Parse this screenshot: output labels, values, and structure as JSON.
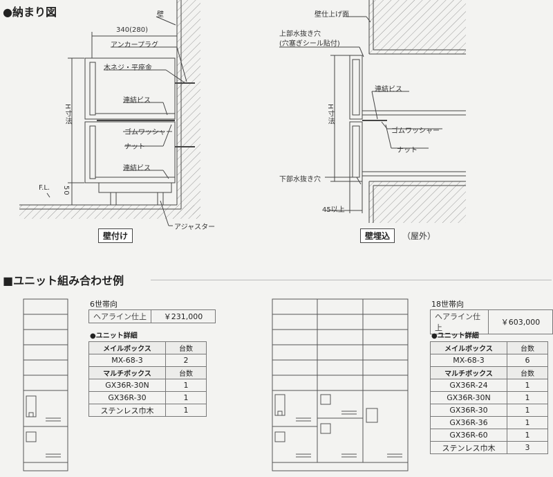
{
  "sections": {
    "installation_title": "●納まり図",
    "combination_title": "■ユニット組み合わせ例"
  },
  "wall_mount": {
    "caption": "壁付け",
    "labels": {
      "wall": "壁",
      "width": "340(280)",
      "anchor": "アンカープラグ",
      "screw": "木ネジ・平座金",
      "bis1": "連結ビス",
      "washer": "ゴムワッシャー",
      "nut": "ナット",
      "bis2": "連結ビス",
      "fl": "F.L.",
      "height": "H寸法",
      "gap": "50",
      "adjuster": "アジャスター"
    }
  },
  "wall_embed": {
    "caption": "壁埋込",
    "note": "（屋外）",
    "labels": {
      "finish": "壁仕上げ面",
      "top_hole": "上部水抜き穴",
      "top_hole_note": "(穴塞ぎシール貼付)",
      "bis": "連結ビス",
      "washer": "ゴムワッシャー",
      "nut": "ナット",
      "height": "H寸法",
      "bottom_hole": "下部水抜き穴",
      "gap": "45以上"
    }
  },
  "example1": {
    "title": "6世帯向",
    "finish": "ヘアライン仕上",
    "price": "￥231,000",
    "detail_label": "●ユニット詳細",
    "mail_header": "メイルボックス",
    "multi_header": "マルチボックス",
    "count_header": "台数",
    "mail_rows": [
      {
        "model": "MX-68-3",
        "count": "2"
      }
    ],
    "multi_rows": [
      {
        "model": "GX36R-30N",
        "count": "1"
      },
      {
        "model": "GX36R-30",
        "count": "1"
      },
      {
        "model": "ステンレス巾木",
        "count": "1"
      }
    ]
  },
  "example2": {
    "title": "18世帯向",
    "finish": "ヘアライン仕上",
    "price": "￥603,000",
    "detail_label": "●ユニット詳細",
    "mail_header": "メイルボックス",
    "multi_header": "マルチボックス",
    "count_header": "台数",
    "mail_rows": [
      {
        "model": "MX-68-3",
        "count": "6"
      }
    ],
    "multi_rows": [
      {
        "model": "GX36R-24",
        "count": "1"
      },
      {
        "model": "GX36R-30N",
        "count": "1"
      },
      {
        "model": "GX36R-30",
        "count": "1"
      },
      {
        "model": "GX36R-36",
        "count": "1"
      },
      {
        "model": "GX36R-60",
        "count": "1"
      },
      {
        "model": "ステンレス巾木",
        "count": "3"
      }
    ]
  }
}
